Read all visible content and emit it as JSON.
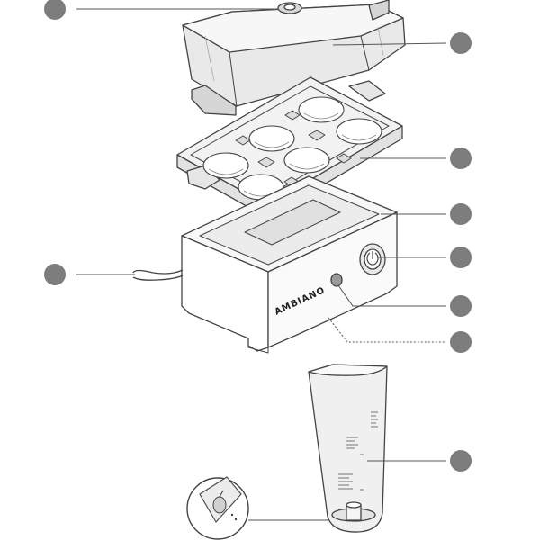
{
  "brand": "AMBIANO",
  "colors": {
    "badge": "#7d7d7d",
    "line": "#555555",
    "stroke": "#444444",
    "lid_fill": "#e9e9e9",
    "tray_fill": "#f2f2f2",
    "base_fill": "#ffffff",
    "cup_fill": "#f0f0f0"
  },
  "callouts": [
    {
      "id": "lid-handle",
      "side": "left",
      "label": ""
    },
    {
      "id": "lid",
      "side": "right",
      "label": ""
    },
    {
      "id": "egg-tray",
      "side": "right",
      "label": ""
    },
    {
      "id": "heating-plate",
      "side": "right",
      "label": ""
    },
    {
      "id": "power-switch",
      "side": "right",
      "label": ""
    },
    {
      "id": "indicator-light",
      "side": "right",
      "label": ""
    },
    {
      "id": "cable-storage",
      "side": "right",
      "label": ""
    },
    {
      "id": "power-cord",
      "side": "left",
      "label": ""
    },
    {
      "id": "measuring-cup",
      "side": "right",
      "label": ""
    }
  ]
}
